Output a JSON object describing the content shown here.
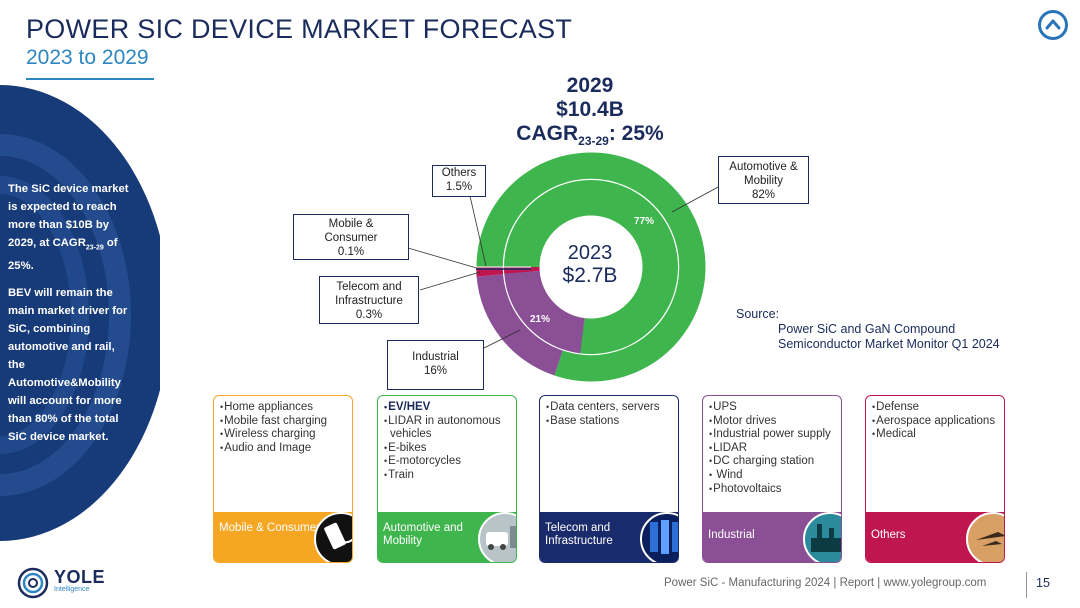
{
  "header": {
    "title": "POWER SIC DEVICE MARKET FORECAST",
    "subtitle": "2023 to 2029"
  },
  "sidebar": {
    "para1_a": "The SiC device market is expected to reach more than $10B by 2029, at CAGR",
    "para1_sub": "23-29",
    "para1_b": " of 25%.",
    "para2": "BEV will remain the main market driver for SiC, combining automotive and rail, the Automotive&Mobility will account for more than 80% of the total SiC device market."
  },
  "headline": {
    "year": "2029",
    "value": "$10.4B",
    "cagr_prefix": "CAGR",
    "cagr_sub": "23-29",
    "cagr_suffix": ": 25%"
  },
  "center": {
    "year": "2023",
    "value": "$2.7B"
  },
  "donut_labels": {
    "inner_auto": "77%",
    "inner_industrial": "21%"
  },
  "callouts": {
    "others": [
      "Others",
      "1.5%"
    ],
    "mobile": [
      "Mobile &",
      "Consumer",
      "0.1%"
    ],
    "telecom": [
      "Telecom and",
      "Infrastructure",
      "0.3%"
    ],
    "industrial": [
      "Industrial",
      "16%"
    ],
    "automotive": [
      "Automotive &",
      "Mobility",
      "82%"
    ]
  },
  "colors": {
    "automotive": "#3fb54e",
    "industrial": "#8a4f95",
    "others": "#c0164f",
    "telecom": "#1a2b6b",
    "mobile": "#f5a623",
    "navy": "#1a2b5c",
    "blue": "#2e86c1"
  },
  "source": {
    "label": "Source:",
    "line1": "Power SiC and GaN Compound",
    "line2": "Semiconductor Market Monitor Q1 2024"
  },
  "cards": [
    {
      "title": "Mobile & Consumer",
      "items": [
        "Home appliances",
        "Mobile fast charging",
        "Wireless charging",
        "Audio and Image"
      ],
      "icon": "phone-charger-icon"
    },
    {
      "title": "Automotive and Mobility",
      "items": [
        "EV/HEV",
        "LIDAR in autonomous vehicles",
        "E-bikes",
        "E-motorcycles",
        "Train"
      ],
      "icon": "ev-charging-icon"
    },
    {
      "title": "Telecom and Infrastructure",
      "items": [
        "Data centers, servers",
        "Base stations"
      ],
      "icon": "server-room-icon"
    },
    {
      "title": "Industrial",
      "items": [
        "UPS",
        "Motor drives",
        "Industrial power supply",
        "LIDAR",
        "DC charging station",
        " Wind",
        "Photovoltaics"
      ],
      "icon": "factory-icon"
    },
    {
      "title": "Others",
      "items": [
        "Defense",
        "Aerospace applications",
        "Medical"
      ],
      "icon": "aircraft-icon"
    }
  ],
  "footer": {
    "logo_text": "YOLE",
    "logo_sub": "Intelligence",
    "reference": "Power SiC - Manufacturing 2024 | Report | www.yolegroup.com",
    "page": "15"
  }
}
